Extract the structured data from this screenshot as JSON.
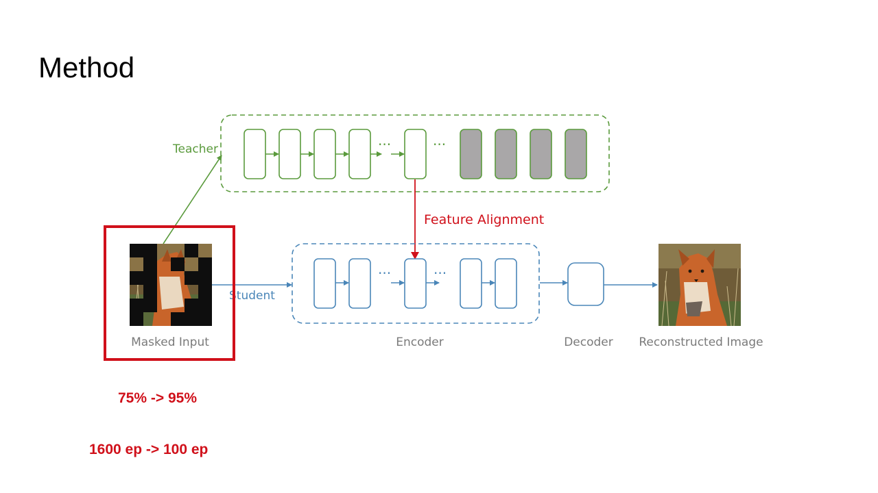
{
  "slide": {
    "title": "Method",
    "notes": [
      "75% -> 95%",
      "1600 ep -> 100 ep"
    ]
  },
  "diagram": {
    "labels": {
      "teacher": "Teacher",
      "student": "Student",
      "feature_alignment": "Feature Alignment",
      "masked_input": "Masked Input",
      "encoder": "Encoder",
      "decoder": "Decoder",
      "reconstructed_image": "Reconstructed Image"
    },
    "ellipsis": "···",
    "colors": {
      "teacher": "#5a9a3c",
      "student": "#4a86b8",
      "alignment": "#d0101a",
      "highlight": "#d0101a",
      "frozen_block": "#a9a7a8",
      "label_gray": "#7a7a7a"
    }
  }
}
